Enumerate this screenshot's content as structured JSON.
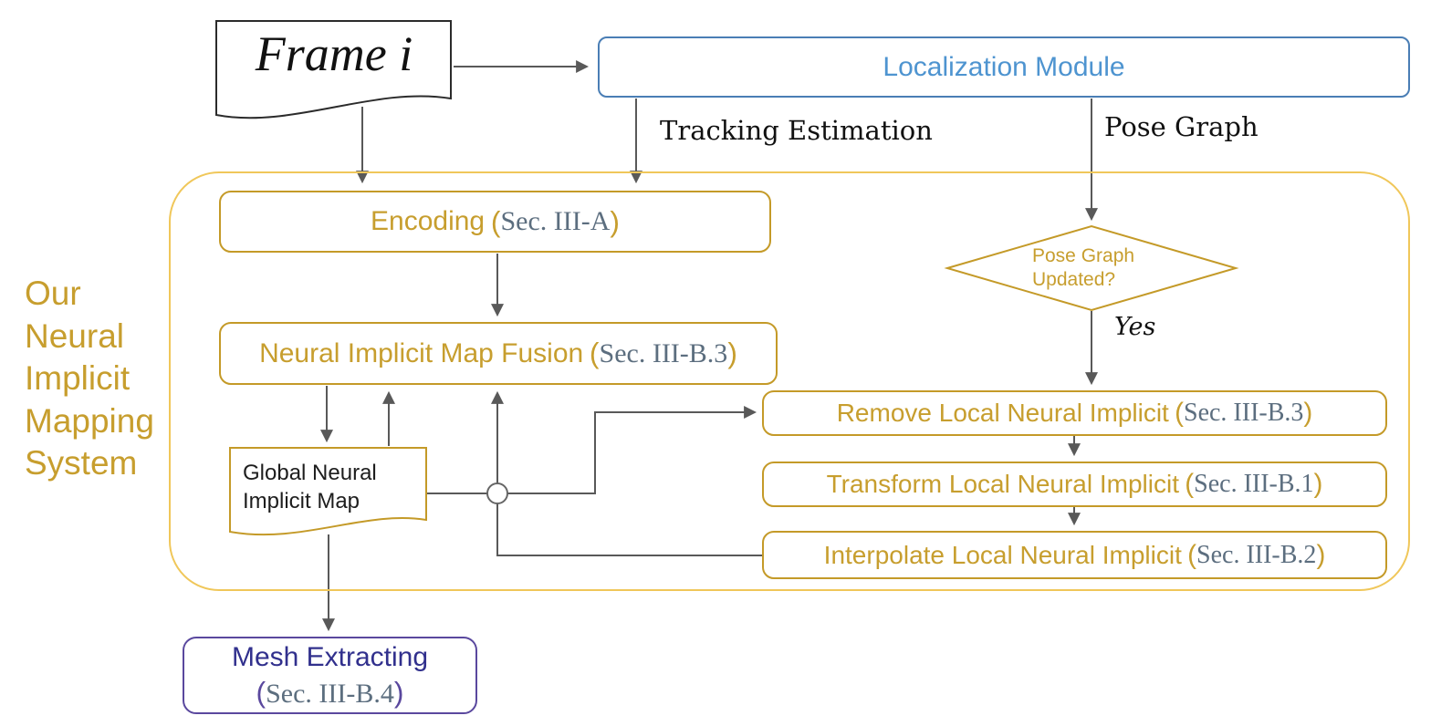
{
  "colors": {
    "gold_text": "#C79E2E",
    "gold_border": "#C49A28",
    "gold_light": "#F0C75A",
    "blue_border": "#4A7EB5",
    "blue_text": "#4E94D0",
    "slate_text": "#5C6E7F",
    "purple_border": "#5A489E",
    "purple_text": "#31308D",
    "line_gray": "#595959"
  },
  "system_label": [
    "Our",
    "Neural",
    "Implicit",
    "Mapping",
    "System"
  ],
  "punct": {
    "open": "(",
    "close": ")"
  },
  "nodes": {
    "frame": {
      "label": "Frame i"
    },
    "localization": {
      "label": "Localization Module"
    },
    "encoding": {
      "title": "Encoding",
      "sec": "Sec. III-A"
    },
    "fusion": {
      "title": "Neural Implicit Map Fusion",
      "sec": "Sec. III-B.3"
    },
    "global_map": {
      "line1": "Global Neural",
      "line2": "Implicit Map"
    },
    "decision": {
      "line1": "Pose Graph",
      "line2": "Updated?"
    },
    "remove": {
      "title": "Remove Local Neural Implicit",
      "sec": "Sec. III-B.3"
    },
    "transform": {
      "title": "Transform Local Neural Implicit",
      "sec": "Sec. III-B.1"
    },
    "interpolate": {
      "title": "Interpolate Local Neural Implicit",
      "sec": "Sec. III-B.2"
    },
    "mesh": {
      "title": "Mesh Extracting",
      "sec": "Sec. III-B.4"
    }
  },
  "edge_labels": {
    "tracking": "Tracking Estimation",
    "pose_graph": "Pose Graph",
    "yes": "Yes"
  }
}
